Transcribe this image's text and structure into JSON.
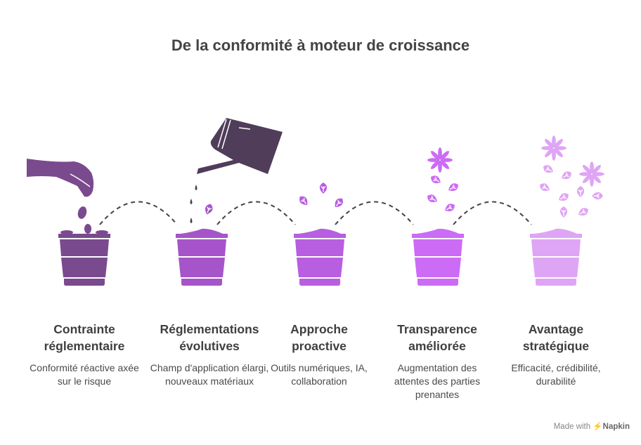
{
  "title": "De la conformité à moteur de croissance",
  "steps": [
    {
      "title": "Contrainte réglementaire",
      "description": "Conformité réactive axée sur le risque",
      "color": "#7a4a8e",
      "icon": "hand-dropping-seeds-icon"
    },
    {
      "title": "Réglementations évolutives",
      "description": "Champ d'application élargi, nouveaux matériaux",
      "color": "#a555c9",
      "icon": "watering-can-icon"
    },
    {
      "title": "Approche proactive",
      "description": "Outils numériques, IA, collaboration",
      "color": "#b85ee0",
      "icon": "sprouting-leaves-icon"
    },
    {
      "title": "Transparence améliorée",
      "description": "Augmentation des attentes des parties prenantes",
      "color": "#cc6bf5",
      "icon": "leaves-and-flower-icon"
    },
    {
      "title": "Avantage stratégique",
      "description": "Efficacité, crédibilité, durabilité",
      "color": "#dfa5f5",
      "icon": "flourishing-plant-icon"
    }
  ],
  "colors": {
    "can": "#503d5a",
    "connector": "#444444"
  },
  "brand": {
    "prefix": "Made with",
    "name": "Napkin"
  }
}
